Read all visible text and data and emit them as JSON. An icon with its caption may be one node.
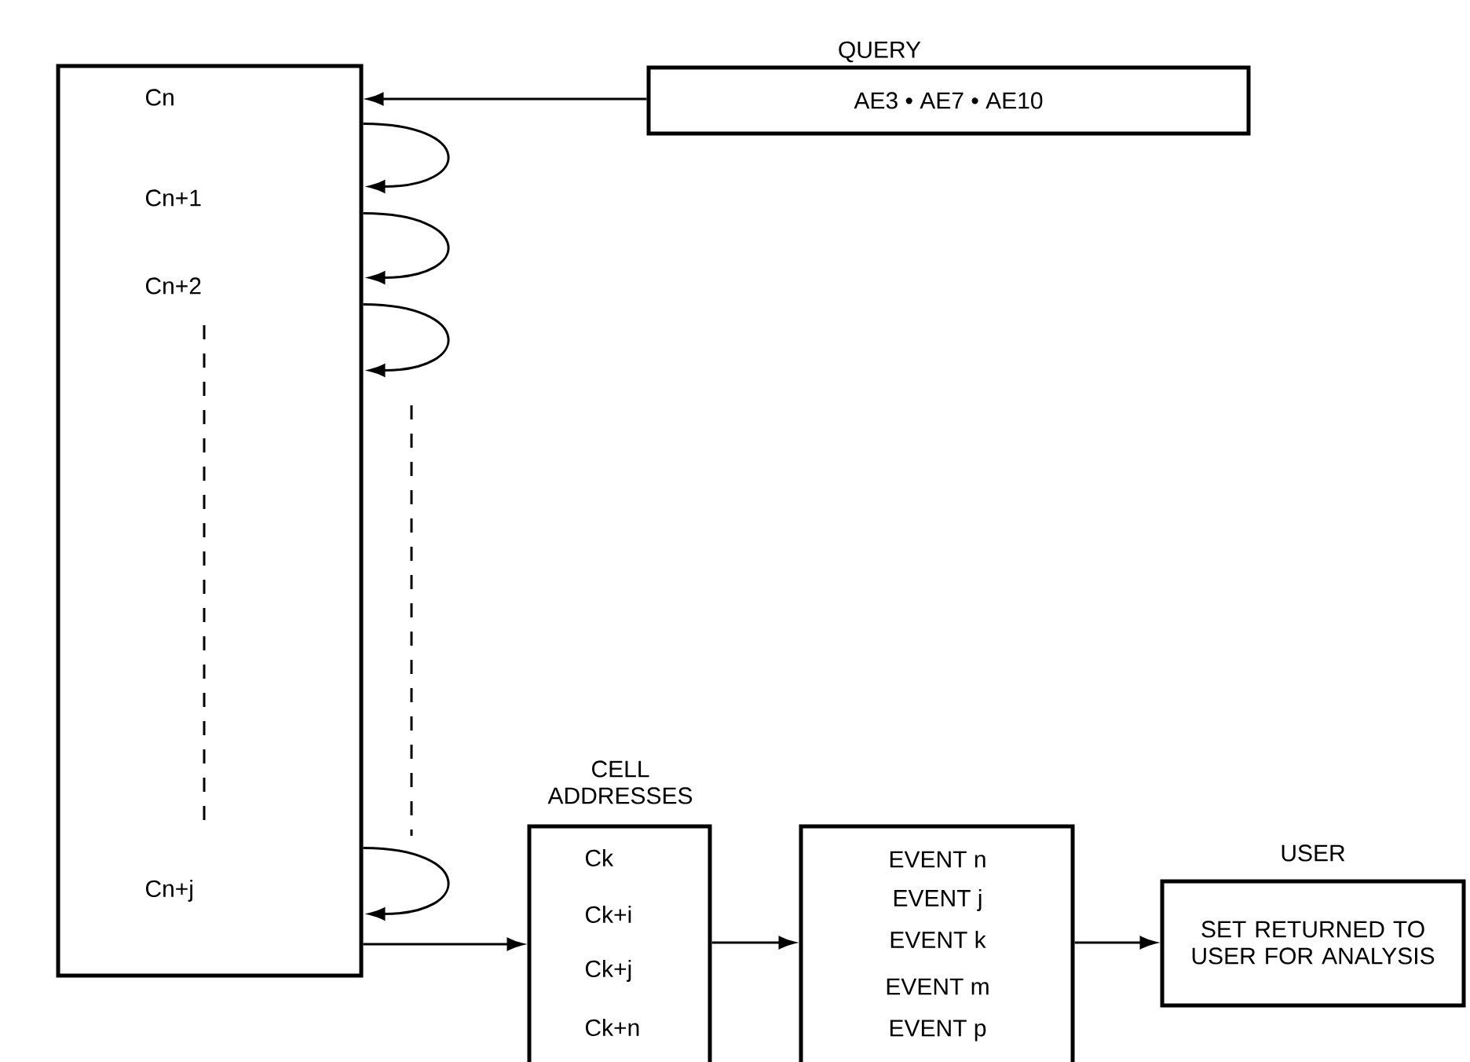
{
  "diagram": {
    "nodes": [
      {
        "text": [
          "Cn",
          "Cn+1",
          "Cn+2",
          "Cn+j"
        ]
      },
      {
        "text": [
          "QUERY",
          "AE3 • AE7 • AE10"
        ]
      },
      {
        "text": [
          "CELL ADDRESSES",
          "Ck",
          "Ck+i",
          "Ck+j",
          "Ck+n"
        ]
      },
      {
        "text": [
          "EVENT n",
          "EVENT j",
          "EVENT k",
          "EVENT m",
          "EVENT p"
        ]
      },
      {
        "text": [
          "USER",
          "SET RETURNED TO USER FOR ANALYSIS"
        ]
      }
    ],
    "edges": [
      {
        "from": 1,
        "to": 0,
        "arrow": "to"
      },
      {
        "from": 0,
        "to": 0,
        "arrow": "to"
      },
      {
        "from": 0,
        "to": 0,
        "arrow": "to"
      },
      {
        "from": 0,
        "to": 0,
        "arrow": "to"
      },
      {
        "from": 0,
        "to": 0,
        "arrow": "to"
      },
      {
        "from": 0,
        "to": 2,
        "arrow": "to"
      },
      {
        "from": 2,
        "to": 3,
        "arrow": "to"
      },
      {
        "from": 3,
        "to": 4,
        "arrow": "to"
      }
    ]
  }
}
